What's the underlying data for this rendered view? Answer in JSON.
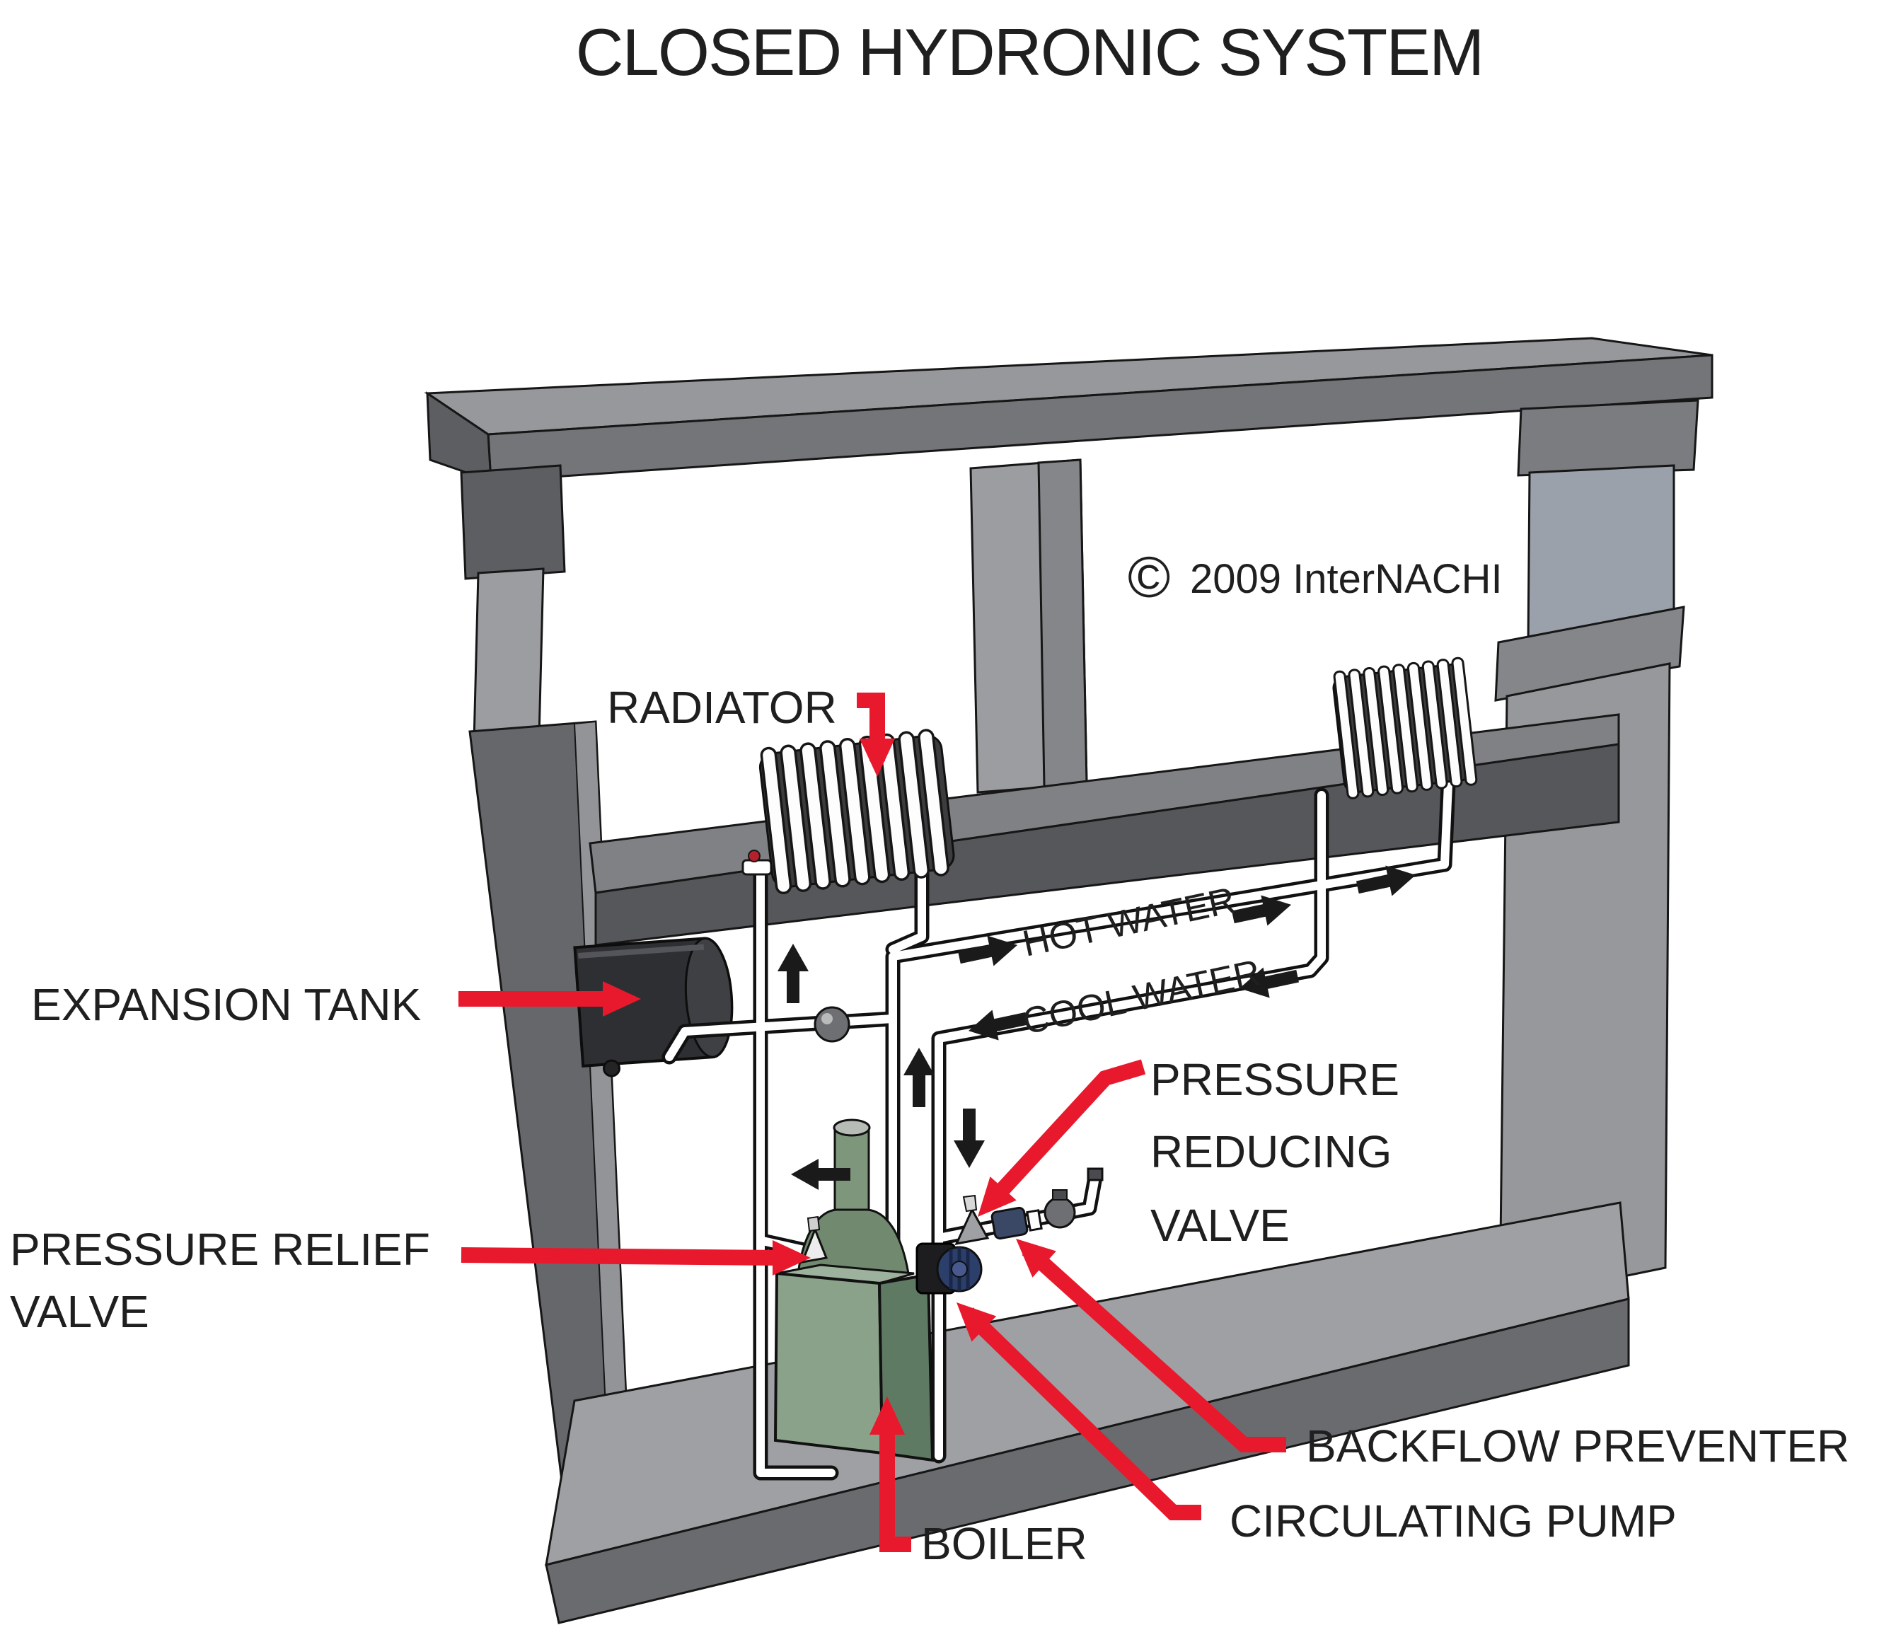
{
  "title": "CLOSED HYDRONIC SYSTEM",
  "copyright": {
    "symbol": "©",
    "text": "2009 InterNACHI"
  },
  "labels": {
    "radiator": "RADIATOR",
    "expansion_tank": "EXPANSION TANK",
    "pressure_relief_valve": {
      "line1": "PRESSURE RELIEF",
      "line2": "VALVE"
    },
    "hot_water": "HOT WATER",
    "cool_water": "COOL WATER",
    "pressure_reducing_valve": {
      "line1": "PRESSURE",
      "line2": "REDUCING",
      "line3": "VALVE"
    },
    "backflow_preventer": "BACKFLOW PREVENTER",
    "circulating_pump": "CIRCULATING PUMP",
    "boiler": "BOILER"
  },
  "colors": {
    "annotation_red": "#e8192c",
    "arrow_black": "#1a1a1a",
    "boiler_green": "#8ba28a",
    "boiler_green_dark": "#5f7a63",
    "pump_navy": "#2c3f6b",
    "frame_gray": "#77787b",
    "tank_dark": "#2e2f32"
  }
}
